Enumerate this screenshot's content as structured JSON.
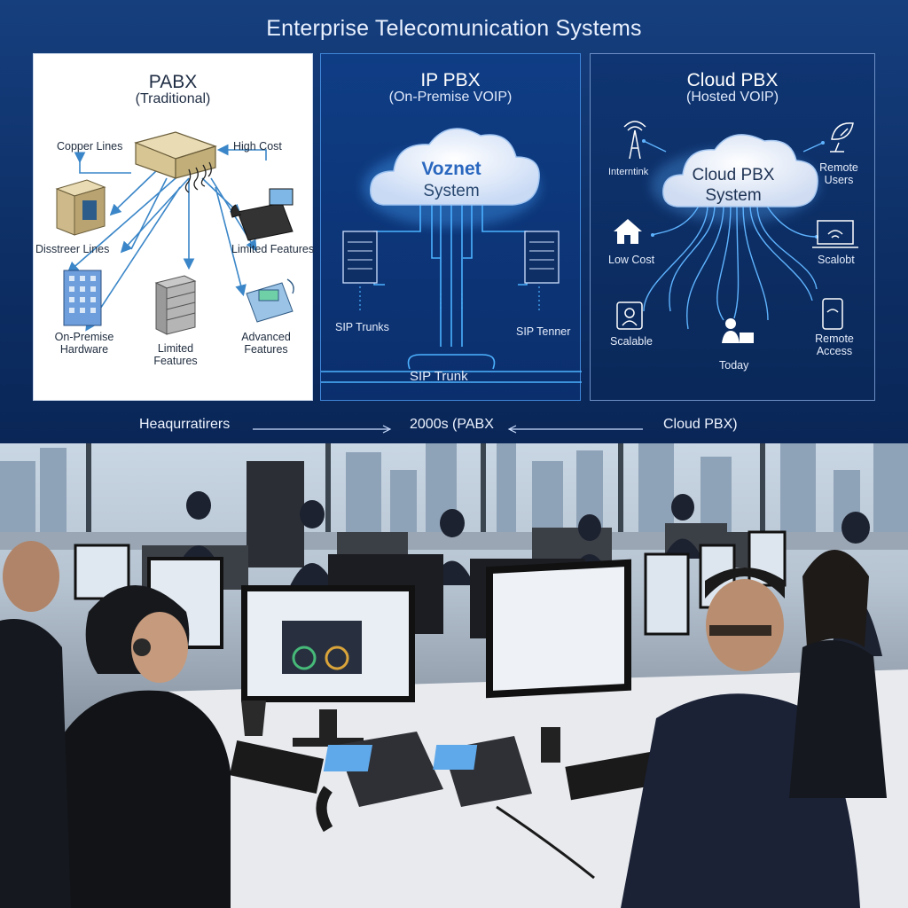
{
  "title": "Enterprise Telecomunication Systems",
  "panels": {
    "pabx": {
      "title": "PABX",
      "subtitle": "(Traditional)",
      "labels": {
        "copper": "Copper Lines",
        "high_cost": "High Cost",
        "distreer": "Disstreer Lines",
        "limited_features_right": "Limited Features",
        "onprem": "On-Premise\nHardware",
        "limited_features_bottom": "Limited\nFeatures",
        "advanced": "Advanced\nFeatures"
      }
    },
    "ippbx": {
      "title": "IP PBX",
      "subtitle": "(On-Premise VOIP)",
      "cloud_line1": "Voznet",
      "cloud_line2": "System",
      "labels": {
        "sip_trunks": "SIP Trunks",
        "sip_tenner": "SIP Tenner",
        "sip_trunk": "SIP Trunk"
      }
    },
    "cloudpbx": {
      "title": "Cloud PBX",
      "subtitle": "(Hosted VOIP)",
      "cloud_line1": "Cloud PBX",
      "cloud_line2": "System",
      "labels": {
        "internet": "Interntink",
        "remote_users": "Remote\nUsers",
        "low_cost": "Low Cost",
        "scalobt": "Scalobt",
        "scalable": "Scalable",
        "today": "Today",
        "remote_access": "Remote\nAccess"
      }
    }
  },
  "timeline": {
    "left": "Heaqurratirers",
    "middle": "2000s (PABX",
    "right": "Cloud PBX)"
  },
  "colors": {
    "background": "#0d2f66",
    "accent": "#3fa0ff",
    "panel_white": "#ffffff",
    "diagram_blue": "#3a86c8"
  },
  "photo": {
    "scene": "Call-center office with agents wearing headsets at desks with monitors and IP desk phones, city skyline through windows"
  }
}
